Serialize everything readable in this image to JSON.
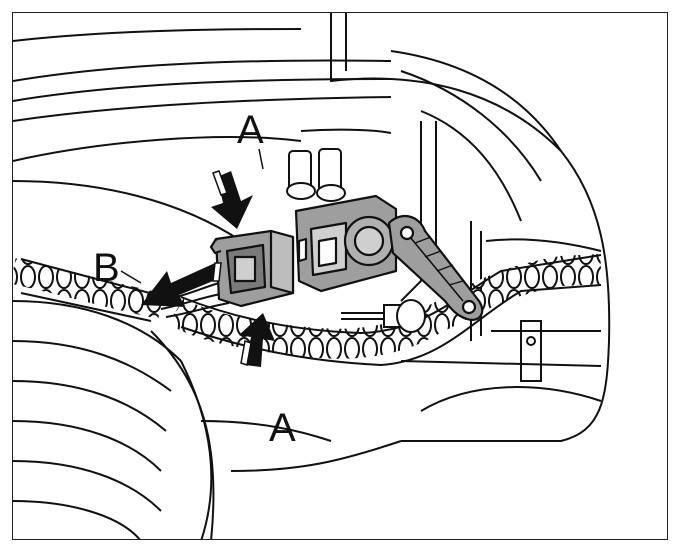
{
  "labels": {
    "a_top": "A",
    "b_left": "B",
    "a_bottom": "A"
  },
  "colors": {
    "connector_fill": "#9e9e9e",
    "line": "#111111",
    "background": "#ffffff"
  }
}
